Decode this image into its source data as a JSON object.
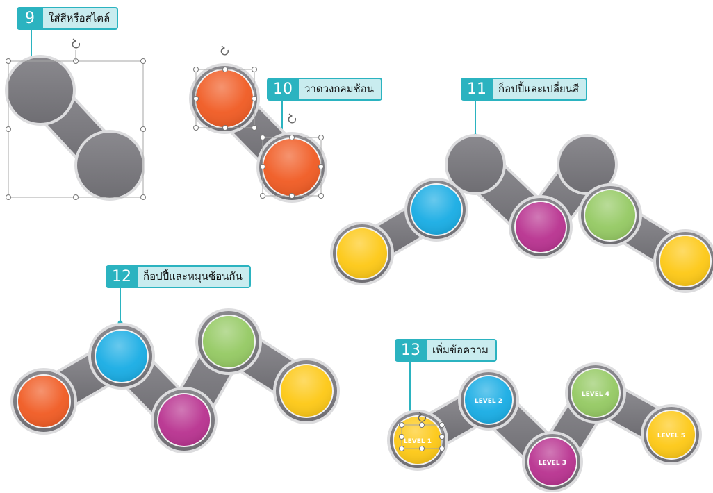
{
  "colors": {
    "teal": "#2bb3c0",
    "teal_light": "#c9ecef",
    "gray_shape": "#807f84",
    "orange": "#f05a22",
    "blue": "#17ace4",
    "magenta": "#b8318f",
    "green": "#94c962",
    "yellow": "#fdc814"
  },
  "steps": [
    {
      "num": "9",
      "label": "ใส่สีหรือสไตล์"
    },
    {
      "num": "10",
      "label": "วาดวงกลมซ้อน"
    },
    {
      "num": "11",
      "label": "ก็อปปี้และเปลี่ยนสี"
    },
    {
      "num": "12",
      "label": "ก็อปปี้และหมุนซ้อนกัน"
    },
    {
      "num": "13",
      "label": "เพิ่มข้อความ"
    }
  ],
  "levels": [
    "LEVEL 1",
    "LEVEL 2",
    "LEVEL 3",
    "LEVEL 4",
    "LEVEL 5"
  ],
  "icons": {
    "rotate": "rotate-handle-icon",
    "handle": "resize-handle-icon"
  }
}
